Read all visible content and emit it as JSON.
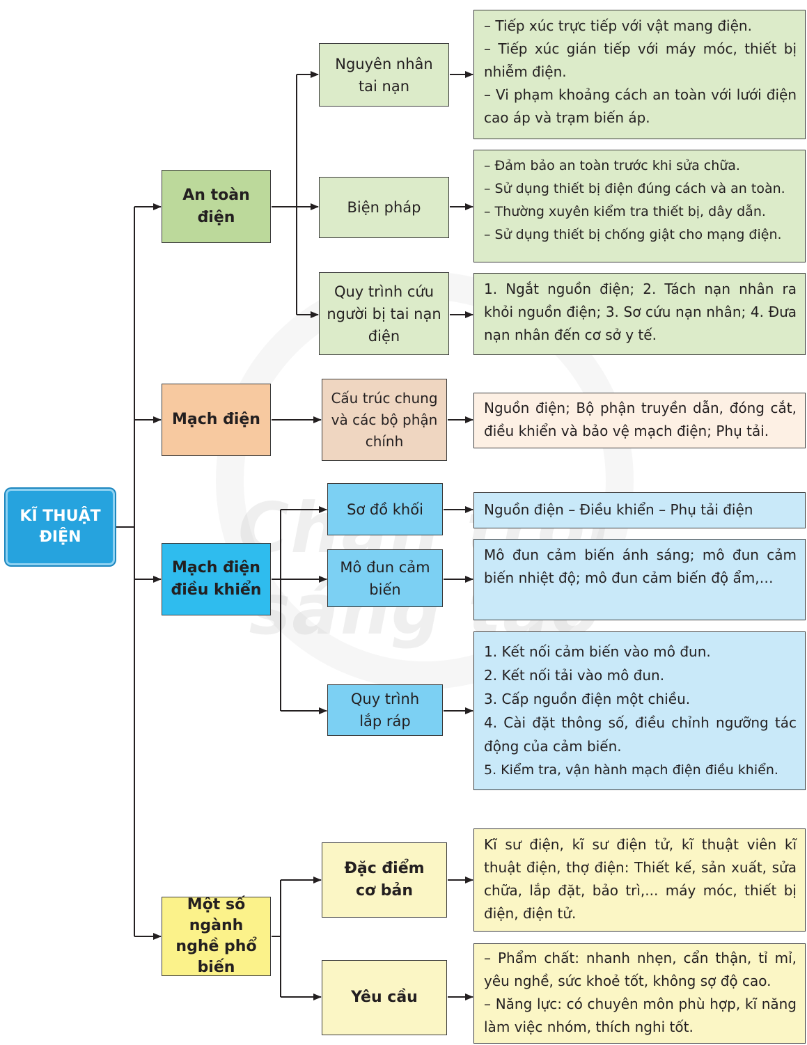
{
  "root": {
    "label": "KĨ THUẬT ĐIỆN"
  },
  "watermark": {
    "text": "Chân trời sáng tạo"
  },
  "branches": [
    {
      "label": "An toàn điện",
      "children": [
        {
          "label": "Nguyên nhân tai nạn",
          "details": [
            "– Tiếp xúc trực tiếp với vật mang điện.",
            "– Tiếp xúc gián tiếp với máy móc, thiết bị nhiễm điện.",
            "– Vi phạm khoảng cách an toàn với lưới điện cao áp và trạm biến áp."
          ]
        },
        {
          "label": "Biện pháp",
          "details": [
            "– Đảm bảo an toàn trước khi sửa chữa.",
            "– Sử dụng thiết bị điện đúng cách và an toàn.",
            "– Thường xuyên kiểm tra thiết bị, dây dẫn.",
            "– Sử dụng thiết bị chống giật cho mạng điện."
          ]
        },
        {
          "label": "Quy trình cứu người bị tai nạn điện",
          "details": [
            "1. Ngắt nguồn điện; 2. Tách nạn nhân ra khỏi nguồn điện; 3. Sơ cứu nạn nhân; 4. Đưa nạn nhân đến cơ sở y tế."
          ]
        }
      ]
    },
    {
      "label": "Mạch điện",
      "children": [
        {
          "label": "Cấu trúc chung và các bộ phận chính",
          "details": [
            "Nguồn điện; Bộ phận truyền dẫn, đóng cắt, điều khiển và bảo vệ mạch điện; Phụ tải."
          ]
        }
      ]
    },
    {
      "label": "Mạch điện điều khiển",
      "children": [
        {
          "label": "Sơ đồ khối",
          "details": [
            "Nguồn điện – Điều khiển – Phụ tải điện"
          ]
        },
        {
          "label": "Mô đun cảm biến",
          "details": [
            "Mô đun cảm biến ánh sáng; mô đun cảm biến nhiệt độ; mô đun cảm biến độ ẩm,…"
          ]
        },
        {
          "label": "Quy trình lắp ráp",
          "details": [
            "1. Kết nối cảm biến vào mô đun.",
            "2. Kết nối tải vào mô đun.",
            "3. Cấp nguồn điện một chiều.",
            "4. Cài đặt thông số, điều chỉnh ngưỡng tác động của cảm biến.",
            "5. Kiểm tra, vận hành mạch điện điều khiển."
          ]
        }
      ]
    },
    {
      "label": "Một số ngành nghề phổ biến",
      "children": [
        {
          "label": "Đặc điểm cơ bản",
          "details": [
            "Kĩ sư điện, kĩ sư điện tử, kĩ thuật viên kĩ thuật điện, thợ điện: Thiết kế, sản xuất, sửa chữa, lắp đặt, bảo trì,... máy móc, thiết bị điện, điện tử."
          ]
        },
        {
          "label": "Yêu cầu",
          "details": [
            "– Phẩm chất: nhanh nhẹn, cẩn thận, tỉ mỉ, yêu nghề, sức khoẻ tốt, không sợ độ cao.",
            "– Năng lực: có chuyên môn phù hợp, kĩ năng làm việc nhóm, thích nghi tốt."
          ]
        }
      ]
    }
  ]
}
